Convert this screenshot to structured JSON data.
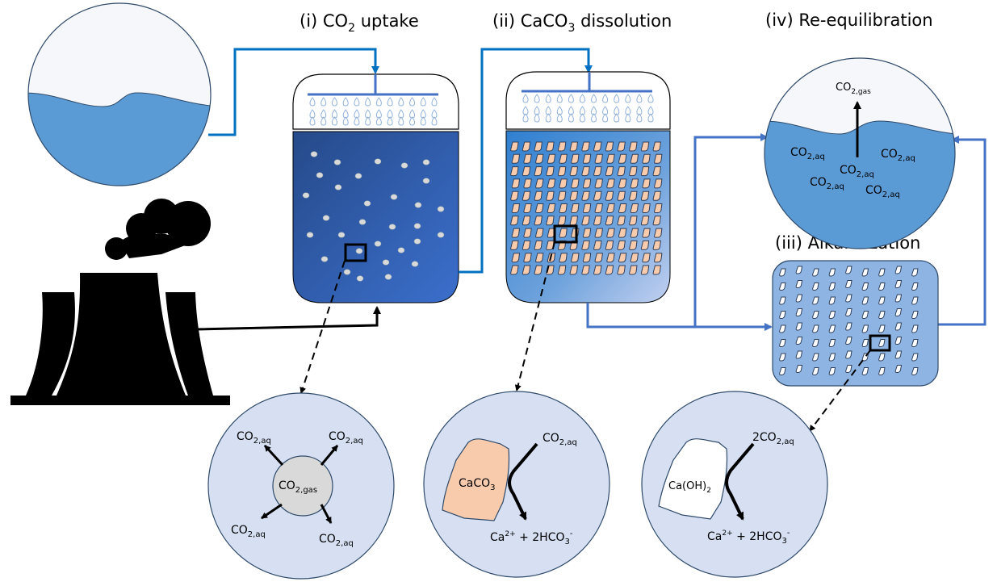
{
  "titles": {
    "uptake": {
      "prefix": "(i) CO",
      "sub": "2",
      "suffix": " uptake"
    },
    "dissolution": {
      "prefix": "(ii) CaCO",
      "sub": "3",
      "suffix": " dissolution"
    },
    "alkalinization": {
      "text": "(iii) Alkalinization"
    },
    "reequilibration": {
      "text": "(iv) Re-equilibration"
    }
  },
  "species": {
    "co2": "CO",
    "sub_aq": "2,aq",
    "sub_gas": "2,gas",
    "two_co2": "2CO",
    "caco3_base": "CaCO",
    "caco3_sub": "3",
    "caoh2_base": "Ca(OH)",
    "caoh2_sub": "2",
    "ca": "Ca",
    "ca_sup": "2+",
    "plus_hco3": " + 2HCO",
    "hco3_sub": "3",
    "hco3_sup": "-"
  },
  "colors": {
    "pipe": "#4472c4",
    "pipe_dark": "#0070c0",
    "ocean": "#5b9bd5",
    "sky": "#f5f7fb",
    "uptake_dark": "#264c8c",
    "uptake_light": "#3a6cc8",
    "zoom_circle": "#d6e0f2",
    "caco3": "#f8cbad",
    "alk_tank": "#8eb4e3",
    "gas_bubble": "#d9d9d9"
  }
}
